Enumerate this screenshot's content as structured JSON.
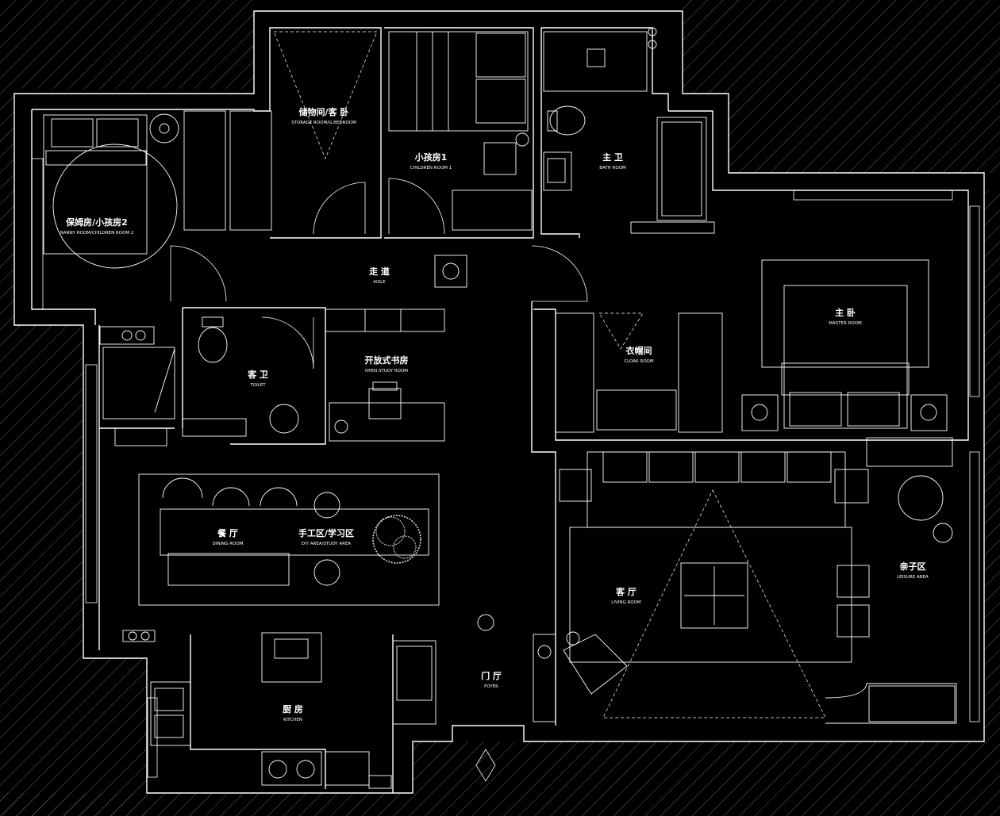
{
  "rooms": {
    "nanny_room": {
      "zh": "保姆房/小孩房2",
      "en": "NANNY ROOM/CHILDREN ROOM 2"
    },
    "storage_room": {
      "zh": "储物间/客 卧",
      "en": "STORAGE ROOM/G.BEDROOM"
    },
    "children_room": {
      "zh": "小孩房1",
      "en": "CHILDREN ROOM 1"
    },
    "bath_room": {
      "zh": "主 卫",
      "en": "BATH ROOM"
    },
    "aisle": {
      "zh": "走 道",
      "en": "AISLE"
    },
    "toilet": {
      "zh": "客 卫",
      "en": "TOILET"
    },
    "study_room": {
      "zh": "开放式书房",
      "en": "OPEN STUDY ROOM"
    },
    "cloak_room": {
      "zh": "衣帽间",
      "en": "CLOAK ROOM"
    },
    "master_room": {
      "zh": "主 卧",
      "en": "MASTER ROOM"
    },
    "dining_room": {
      "zh": "餐 厅",
      "en": "DINING ROOM"
    },
    "diy_area": {
      "zh": "手工区/学习区",
      "en": "DIY AREA/STUDY AREA"
    },
    "living_room": {
      "zh": "客 厅",
      "en": "LIVING ROOM"
    },
    "leisure_area": {
      "zh": "亲子区",
      "en": "LEISURE AREA"
    },
    "foyer": {
      "zh": "门 厅",
      "en": "FOYER"
    },
    "kitchen": {
      "zh": "厨 房",
      "en": "KITCHEN"
    }
  },
  "colors": {
    "background": "#000000",
    "lines": "#ffffff",
    "hatch": "#7a7a7a"
  }
}
